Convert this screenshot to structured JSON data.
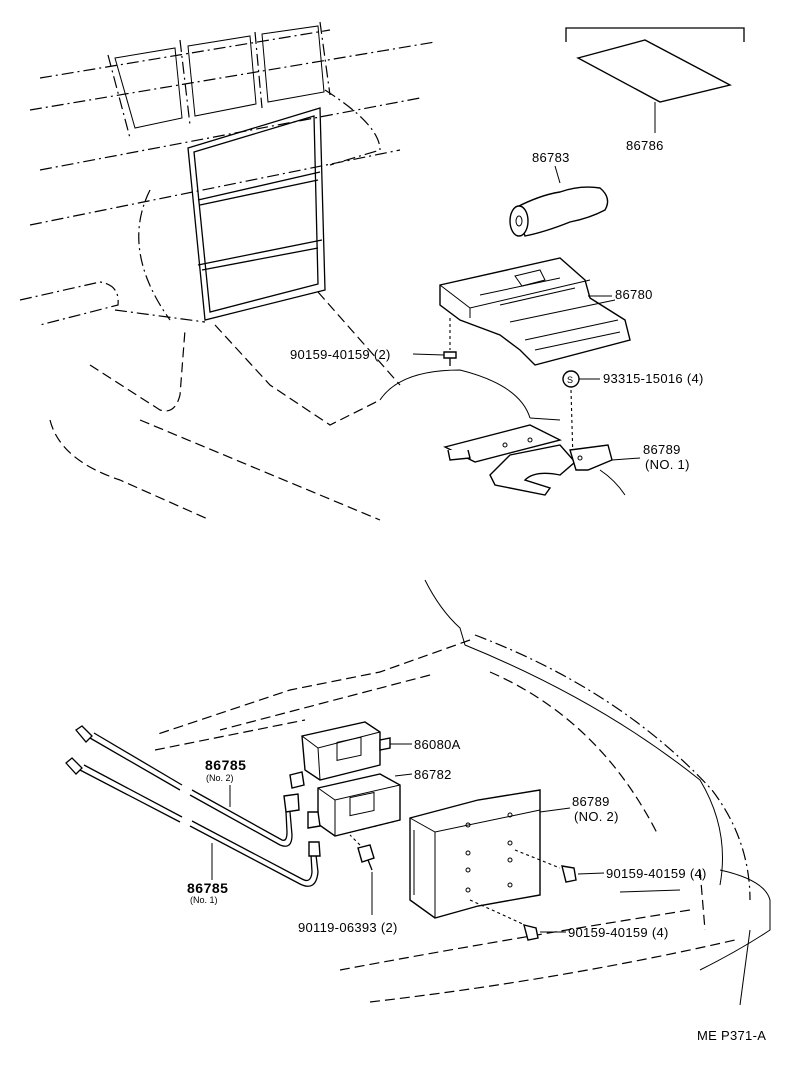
{
  "labels": {
    "p86786": "86786",
    "p86783": "86783",
    "p86780": "86780",
    "bolt_top": "90159-40159 (2)",
    "screw_top": "93315-15016 (4)",
    "screw_symbol": "S",
    "p86789_no1": "86789",
    "p86789_no1_sub": "(NO. 1)",
    "p86080a": "86080A",
    "p86782": "86782",
    "p86785_no2": "86785",
    "p86785_no2_sub": "(No. 2)",
    "p86785_no1": "86785",
    "p86785_no1_sub": "(No. 1)",
    "p86789_no2": "86789",
    "p86789_no2_sub": "(NO. 2)",
    "bolt_right1": "90159-40159 (4)",
    "bolt_right2": "90159-40159 (4)",
    "bolt_bottom": "90119-06393 (2)",
    "drawing_code": "ME P371-A"
  }
}
